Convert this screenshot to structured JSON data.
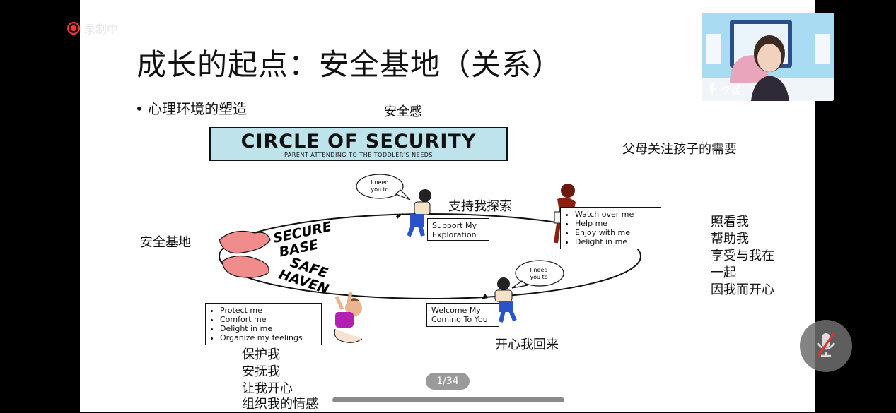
{
  "recording": {
    "label": "录制中"
  },
  "slide": {
    "title": "成长的起点：安全基地（关系）",
    "bullet": "• 心理环境的塑造",
    "label_top": "安全感",
    "label_right_top": "父母关注孩子的需要",
    "label_explore": "支持我探索",
    "label_left": "安全基地",
    "label_welcome": "开心我回来",
    "right_list": [
      "照看我",
      "帮助我",
      "享受与我在",
      "一起",
      "因我而开心"
    ],
    "bottom_list": [
      "保护我",
      "安抚我",
      "让我开心",
      "组织我的情感"
    ]
  },
  "diagram": {
    "banner_title": "CIRCLE OF SECURITY",
    "banner_sub": "PARENT ATTENDING TO THE TODDLER'S NEEDS",
    "bubble_top": [
      "I need",
      "you to"
    ],
    "bubble_right": [
      "I need",
      "you to"
    ],
    "secure_base": [
      "SECURE",
      "BASE"
    ],
    "safe_haven": [
      "SAFE",
      "HAVEN"
    ],
    "support_box": [
      "Support My",
      "Exploration"
    ],
    "watch_box": [
      "Watch over me",
      "Help me",
      "Enjoy with me",
      "Delight in me"
    ],
    "welcome_box": [
      "Welcome My",
      "Coming To You"
    ],
    "protect_box": [
      "Protect me",
      "Comfort me",
      "Delight in me",
      "Organize my feelings"
    ]
  },
  "video": {
    "participant_name": "李媛"
  },
  "pager": {
    "page": "1/34"
  },
  "colors": {
    "banner": "#bfe3ea",
    "hands": "#f08c8c",
    "record": "#ff3b30"
  }
}
